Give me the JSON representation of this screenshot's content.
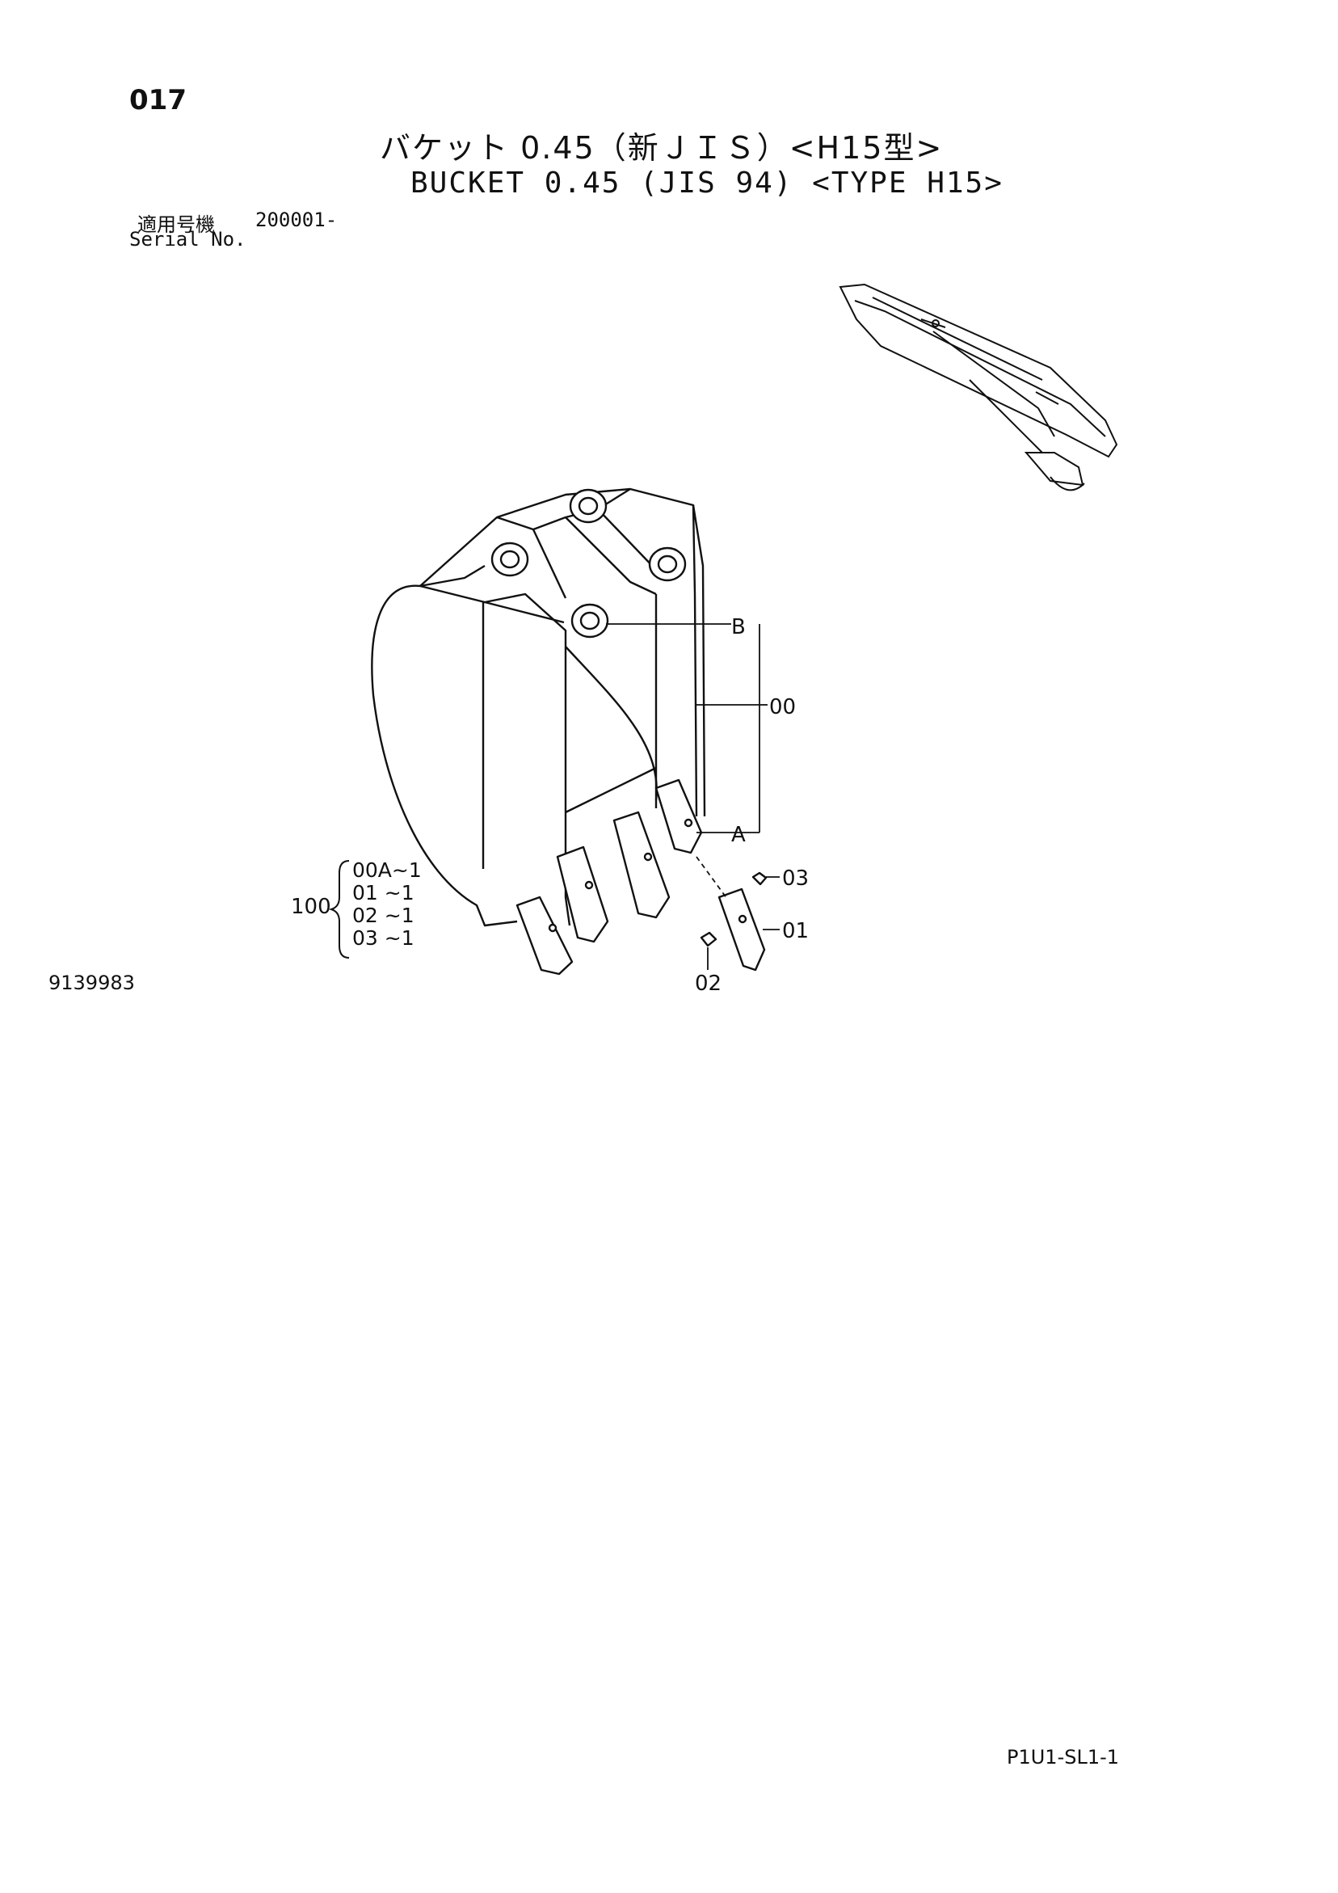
{
  "header": {
    "page_number": "017",
    "title_jp": "バケット 0.45（新ＪＩＳ）<H15型>",
    "title_en": "BUCKET 0.45 (JIS 94) <TYPE H15>"
  },
  "serial": {
    "label_jp": "適用号機",
    "label_en": "Serial No.",
    "range": "200001-"
  },
  "callouts": {
    "b": "B",
    "a": "A",
    "assembly": "00",
    "pin": "03",
    "tooth": "01",
    "lock": "02"
  },
  "kit": {
    "number": "100",
    "items": [
      "00A~1",
      "01 ~1",
      "02 ~1",
      "03 ~1"
    ]
  },
  "footer": {
    "doc_id": "9139983",
    "sheet_code": "P1U1-SL1-1"
  }
}
